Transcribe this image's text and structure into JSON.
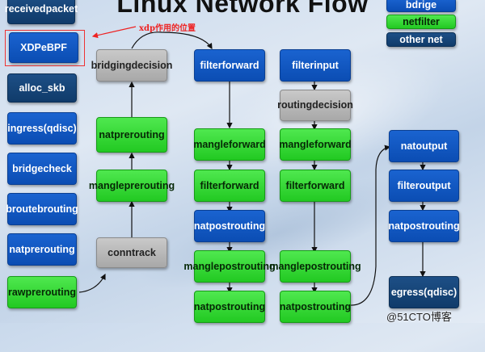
{
  "title": "Linux Network Flow",
  "annotation": "xdp作用的位置",
  "watermark": "@51CTO博客",
  "legend": [
    {
      "label": "bdrige",
      "color": "blue"
    },
    {
      "label": "netfilter",
      "color": "green"
    },
    {
      "label": "other net",
      "color": "navy"
    }
  ],
  "boxes": {
    "received_packet": [
      "received",
      "packet"
    ],
    "xdp_ebpf": [
      "XDP",
      "eBPF"
    ],
    "alloc_skb": [
      "alloc_skb"
    ],
    "ingress_qdisc": [
      "ingress",
      "(qdisc)"
    ],
    "bridge_check": [
      "bridge",
      "check"
    ],
    "broute_brouting": [
      "broute",
      "brouting"
    ],
    "nat_prerouting_1": [
      "nat",
      "prerouting"
    ],
    "raw_prerouting": [
      "raw",
      "prerouting"
    ],
    "bridging_decision": [
      "bridging",
      "decision"
    ],
    "nat_prerouting_2": [
      "nat",
      "prerouting"
    ],
    "mangle_prerouting": [
      "mangle",
      "prerouting"
    ],
    "conntrack": [
      "conntrack"
    ],
    "filter_forward_1": [
      "filter",
      "forward"
    ],
    "mangle_forward_1": [
      "mangle",
      "forward"
    ],
    "filter_forward_2": [
      "filter",
      "forward"
    ],
    "nat_postrouting_1": [
      "nat",
      "postrouting"
    ],
    "mangle_postrouting_1": [
      "mangle",
      "postrouting"
    ],
    "nat_postrouting_2": [
      "nat",
      "postrouting"
    ],
    "filter_input": [
      "filter",
      "input"
    ],
    "routing_decision": [
      "routing",
      "decision"
    ],
    "mangle_forward_2": [
      "mangle",
      "forward"
    ],
    "filter_forward_3": [
      "filter",
      "forward"
    ],
    "mangle_postrouting_2": [
      "mangle",
      "postrouting"
    ],
    "nat_postrouting_3": [
      "nat",
      "postrouting"
    ],
    "nat_output": [
      "nat",
      "output"
    ],
    "filter_output": [
      "filter",
      "output"
    ],
    "nat_postrouting_4": [
      "nat",
      "postrouting"
    ],
    "egress_qdisc": [
      "egress",
      "(qdisc)"
    ]
  }
}
